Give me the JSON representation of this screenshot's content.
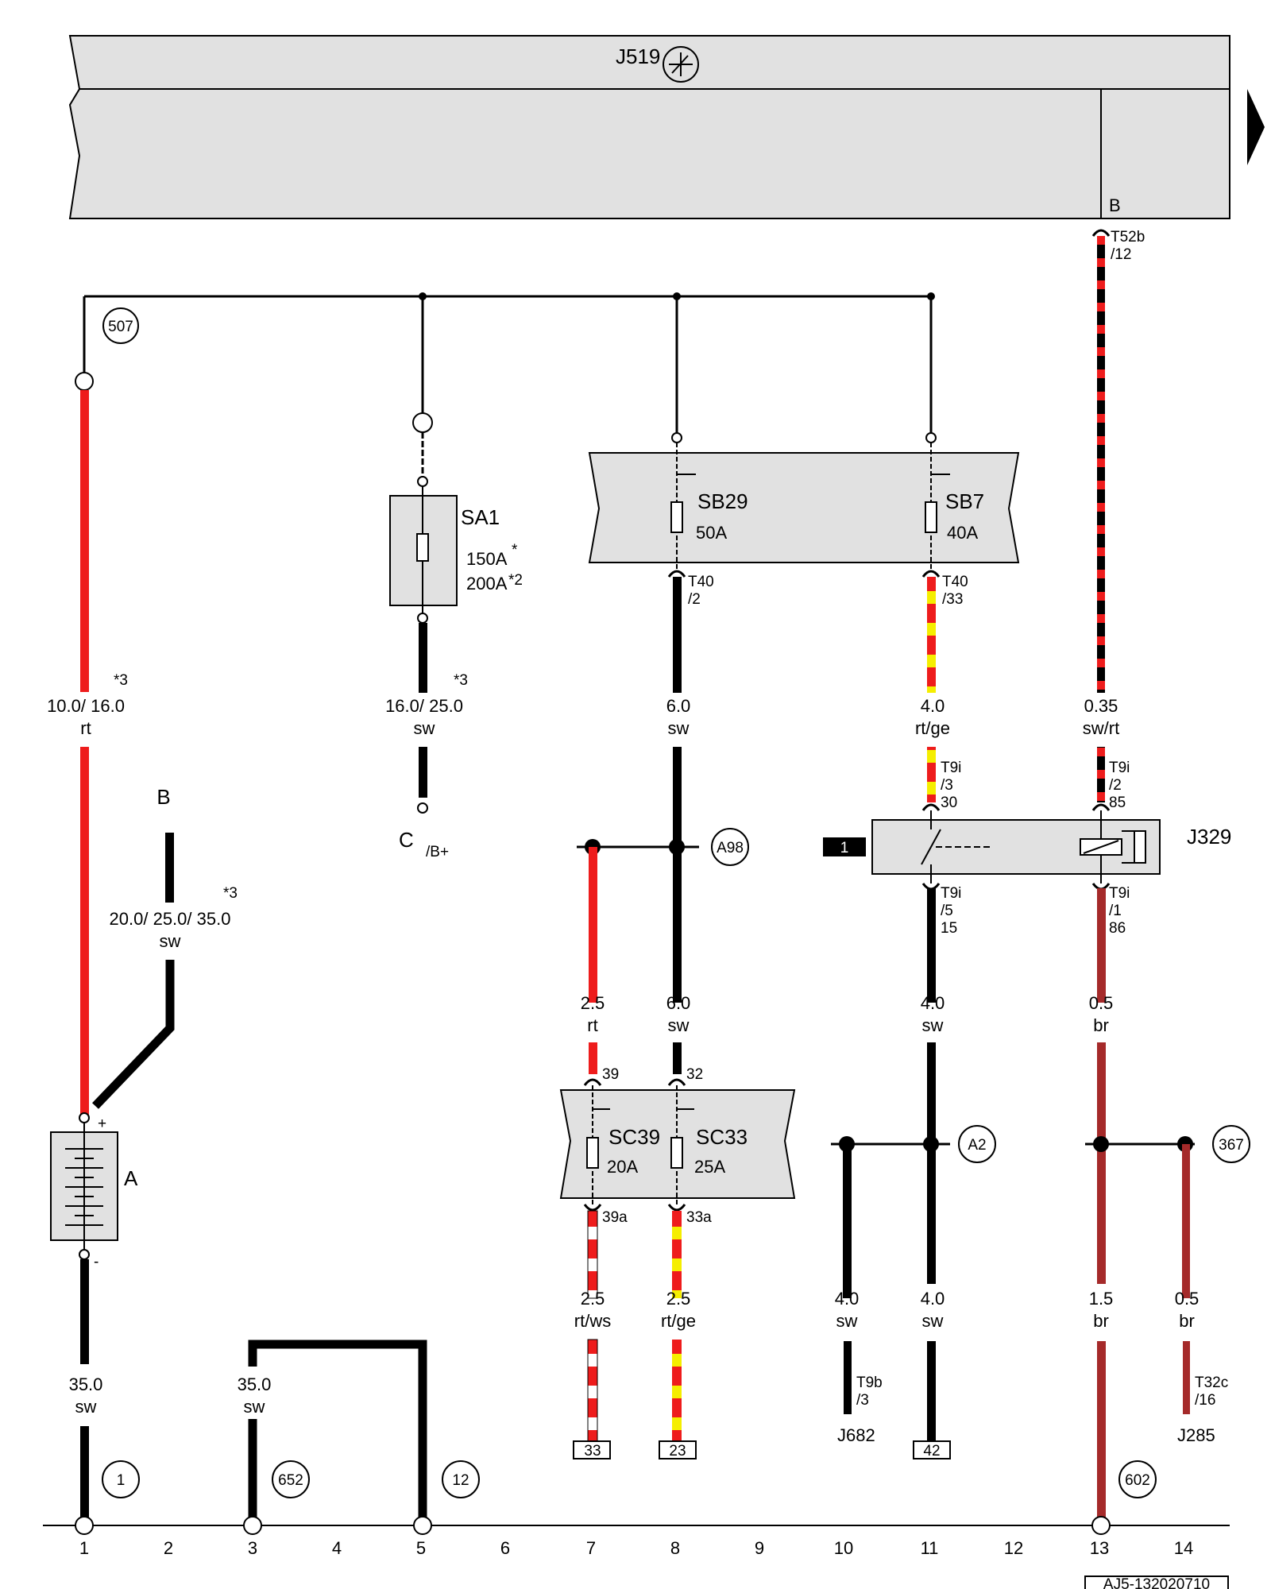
{
  "colors": {
    "rt": "#ee1c1c",
    "sw": "#000000",
    "ge": "#f5ee00",
    "ws": "#ffffff",
    "br": "#a52a2a",
    "box": "#e1e1e1"
  },
  "modules": {
    "j519": "J519",
    "j519_pin": "B",
    "j519_conn": [
      "T52b",
      "/12"
    ],
    "sb29": [
      "SB29",
      "50A"
    ],
    "sb7": [
      "SB7",
      "40A"
    ],
    "sa1": [
      "SA1",
      "150A",
      "*",
      "200A",
      "*2"
    ],
    "sc39": [
      "SC39",
      "20A"
    ],
    "sc33": [
      "SC33",
      "25A"
    ],
    "j329": "J329",
    "j329_badge": "1",
    "battery": "A",
    "battery_plus": "+",
    "battery_minus": "-",
    "j682": "J682",
    "j285": "J285",
    "terminal_b": "B",
    "terminal_c": [
      "C",
      "/B+"
    ]
  },
  "connectors": {
    "t40_2": [
      "T40",
      "/2"
    ],
    "t40_33": [
      "T40",
      "/33"
    ],
    "t9i_3": [
      "T9i",
      "/3",
      "30"
    ],
    "t9i_2": [
      "T9i",
      "/2",
      "85"
    ],
    "t9i_5": [
      "T9i",
      "/5",
      "15"
    ],
    "t9i_1": [
      "T9i",
      "/1",
      "86"
    ],
    "t9b_3": [
      "T9b",
      "/3"
    ],
    "t32c_16": [
      "T32c",
      "/16"
    ],
    "sc_pins": [
      "39",
      "32",
      "39a",
      "33a"
    ]
  },
  "wires": [
    {
      "note": "*3",
      "size": "10.0/ 16.0",
      "color": "rt"
    },
    {
      "note": "*3",
      "size": "16.0/ 25.0",
      "color": "sw"
    },
    {
      "note": "",
      "size": "6.0",
      "color": "sw"
    },
    {
      "note": "",
      "size": "4.0",
      "color": "rt/ge"
    },
    {
      "note": "",
      "size": "0.35",
      "color": "sw/rt"
    },
    {
      "note": "*3",
      "size": "20.0/ 25.0/ 35.0",
      "color": "sw"
    },
    {
      "note": "",
      "size": "2.5",
      "color": "rt"
    },
    {
      "note": "",
      "size": "6.0",
      "color": "sw"
    },
    {
      "note": "",
      "size": "4.0",
      "color": "sw"
    },
    {
      "note": "",
      "size": "0.5",
      "color": "br"
    },
    {
      "note": "",
      "size": "2.5",
      "color": "rt/ws"
    },
    {
      "note": "",
      "size": "2.5",
      "color": "rt/ge"
    },
    {
      "note": "",
      "size": "4.0",
      "color": "sw"
    },
    {
      "note": "",
      "size": "4.0",
      "color": "sw"
    },
    {
      "note": "",
      "size": "1.5",
      "color": "br"
    },
    {
      "note": "",
      "size": "0.5",
      "color": "br"
    },
    {
      "note": "",
      "size": "35.0",
      "color": "sw"
    },
    {
      "note": "",
      "size": "35.0",
      "color": "sw"
    }
  ],
  "refs": [
    "507",
    "A98",
    "A2",
    "367",
    "1",
    "652",
    "12",
    "602"
  ],
  "boxed_refs": [
    "33",
    "23",
    "42"
  ],
  "tracks": [
    "1",
    "2",
    "3",
    "4",
    "5",
    "6",
    "7",
    "8",
    "9",
    "10",
    "11",
    "12",
    "13",
    "14"
  ],
  "drawing_id": "AJ5-132020710"
}
